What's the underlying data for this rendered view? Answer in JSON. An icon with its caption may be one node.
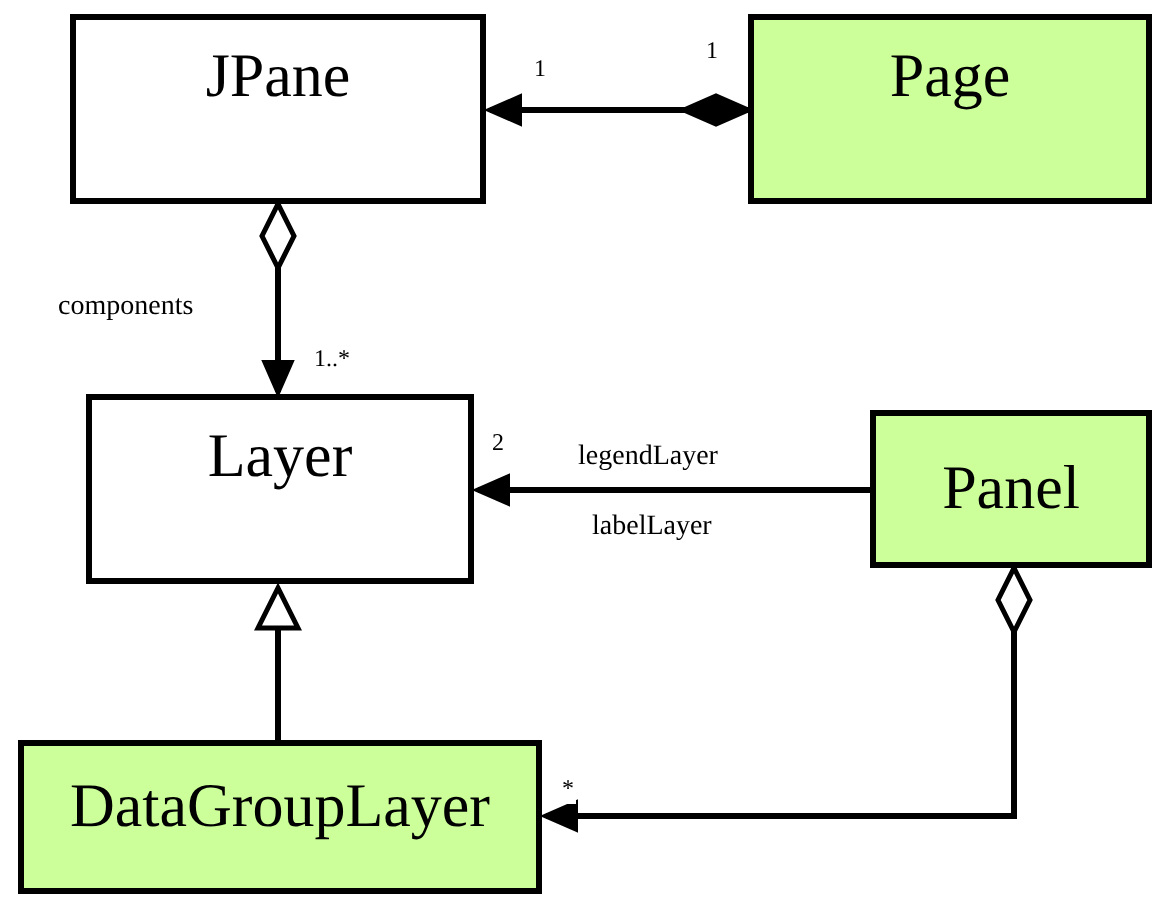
{
  "diagram": {
    "nodes": [
      {
        "text": [
          "JPane"
        ]
      },
      {
        "text": [
          "Page"
        ]
      },
      {
        "text": [
          "Layer"
        ]
      },
      {
        "text": [
          "Panel"
        ]
      },
      {
        "text": [
          "DataGroupLayer"
        ]
      }
    ],
    "edges": [
      {
        "from": 1,
        "to": 0,
        "arrow": "to"
      },
      {
        "from": 0,
        "to": 2,
        "arrow": "to",
        "label": "components"
      },
      {
        "from": 3,
        "to": 2,
        "arrow": "to",
        "label": "legendLayer"
      },
      {
        "from": 4,
        "to": 2,
        "arrow": "to"
      },
      {
        "from": 3,
        "to": 4,
        "arrow": "to"
      }
    ],
    "labels": [
      "1",
      "1",
      "1..*",
      "2",
      "labelLayer",
      "*"
    ]
  }
}
